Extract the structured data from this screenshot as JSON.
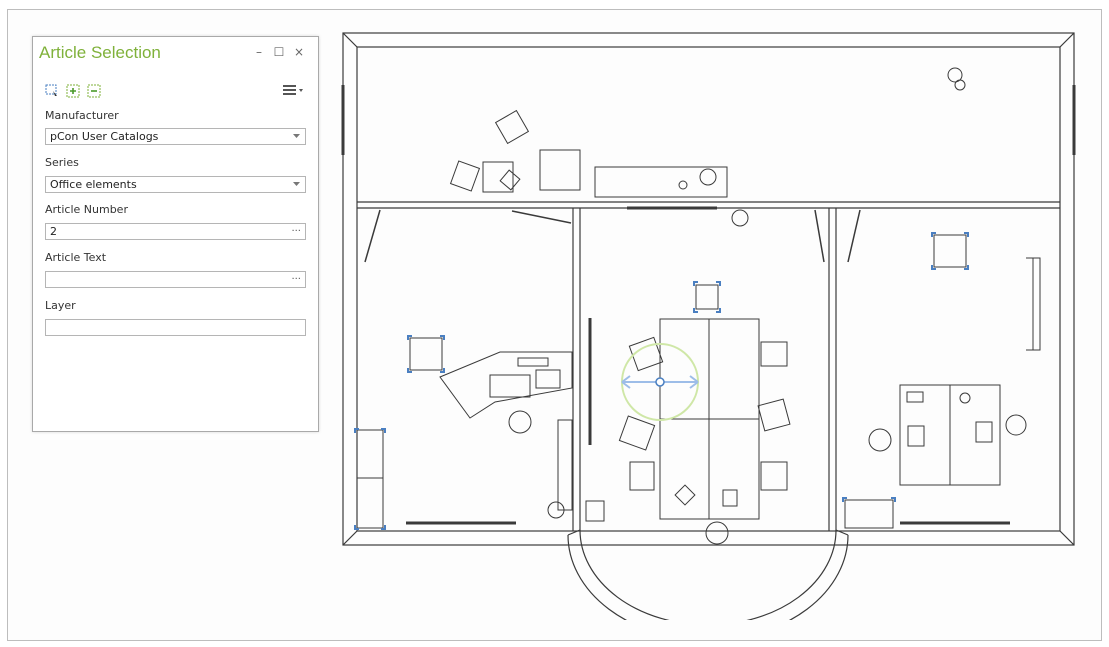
{
  "panel": {
    "title": "Article Selection",
    "window_controls": {
      "minimize": "–",
      "maximize": "☐",
      "close": "×"
    },
    "toolbar": [
      "select-area-icon",
      "add-icon",
      "remove-icon",
      "menu-icon"
    ],
    "fields": {
      "manufacturer": {
        "label": "Manufacturer",
        "value": "pCon User Catalogs"
      },
      "series": {
        "label": "Series",
        "value": "Office elements"
      },
      "article_number": {
        "label": "Article Number",
        "value": "2",
        "suffix": "···"
      },
      "article_text": {
        "label": "Article Text",
        "value": "",
        "suffix": "···"
      },
      "layer": {
        "label": "Layer",
        "value": ""
      }
    }
  },
  "colors": {
    "title_green": "#7fb13a",
    "selection_blue": "#4a7fc1",
    "rotation_green": "#cfe7a7",
    "wall": "#3a3a3a"
  }
}
